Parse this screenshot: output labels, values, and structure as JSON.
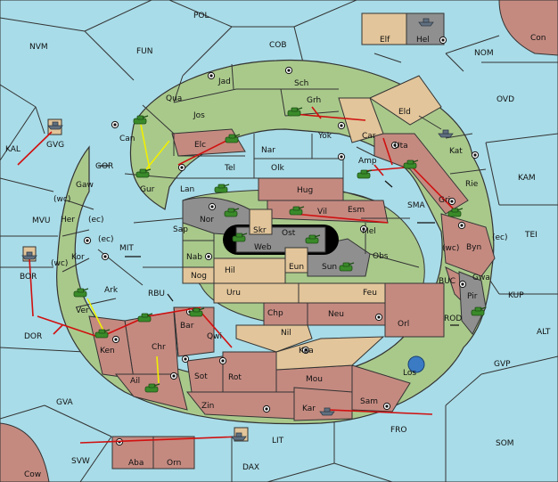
{
  "colors": {
    "sea": "#a8dce8",
    "green": "#a9c98b",
    "red": "#c48a80",
    "tan": "#e2c59a",
    "grey": "#8f8f8f",
    "black": "#000000",
    "order_red": "#d01010",
    "support_yellow": "#f0f000",
    "unit_green": "#3a8a2a",
    "fleet_grey": "#607080"
  },
  "provinces": {
    "POL": "POL",
    "COB": "COB",
    "NVM": "NVM",
    "FUN": "FUN",
    "NOM": "NOM",
    "Con": "Con",
    "Elf": "Elf",
    "Hel": "Hel",
    "OVD": "OVD",
    "KAL": "KAL",
    "GVG": "GVG",
    "GOR": "GOR",
    "MVU": "MVU",
    "MIT": "MIT",
    "RBU": "RBU",
    "BOR": "BOR",
    "DOR": "DOR",
    "GVA": "GVA",
    "SVW": "SVW",
    "Cow": "Cow",
    "DAX": "DAX",
    "LIT": "LIT",
    "FRO": "FRO",
    "SOM": "SOM",
    "GVP": "GVP",
    "ALT": "ALT",
    "KUP": "KUP",
    "BUC": "BUC",
    "ROD": "ROD",
    "TEI": "TEI",
    "KAM": "KAM",
    "SMA": "SMA",
    "Jad": "Jad",
    "Sch": "Sch",
    "Qua": "Qua",
    "Jos": "Jos",
    "Grh": "Grh",
    "Eld": "Eld",
    "Can": "Can",
    "Elc": "Elc",
    "Nar": "Nar",
    "Yok": "Yok",
    "Car": "Car",
    "Uta": "Uta",
    "Kat": "Kat",
    "Gur": "Gur",
    "Tel": "Tel",
    "Olk": "Olk",
    "Amp": "Amp",
    "Gri": "Gri",
    "Rie": "Rie",
    "Gaw": "Gaw",
    "Lan": "Lan",
    "Hug": "Hug",
    "Vil": "Vil",
    "Esm": "Esm",
    "Her": "Her",
    "Nor": "Nor",
    "Skr": "Skr",
    "Ost": "Ost",
    "Mel": "Mel",
    "Byn": "Byn",
    "Kor": "Kor",
    "Sap": "Sap",
    "Web": "Web",
    "Obs": "Obs",
    "Gwa": "Gwa",
    "Nab": "Nab",
    "Eun": "Eun",
    "Sun": "Sun",
    "Ark": "Ark",
    "Hil": "Hil",
    "Nog": "Nog",
    "Pir": "Pir",
    "Uru": "Uru",
    "Feu": "Feu",
    "Ver": "Ver",
    "Chp": "Chp",
    "Neu": "Neu",
    "Orl": "Orl",
    "Bar": "Bar",
    "Qwi": "Qwi",
    "Nil": "Nil",
    "Ken": "Ken",
    "Chr": "Chr",
    "Kaa": "Kaa",
    "Los": "Los",
    "Sot": "Sot",
    "Rot": "Rot",
    "Mou": "Mou",
    "Ail": "Ail",
    "Zin": "Zin",
    "Sam": "Sam",
    "Kar": "Kar",
    "Aba": "Aba",
    "Orn": "Orn"
  },
  "coast_labels": {
    "wc": "(wc)",
    "ec": "(ec)"
  }
}
